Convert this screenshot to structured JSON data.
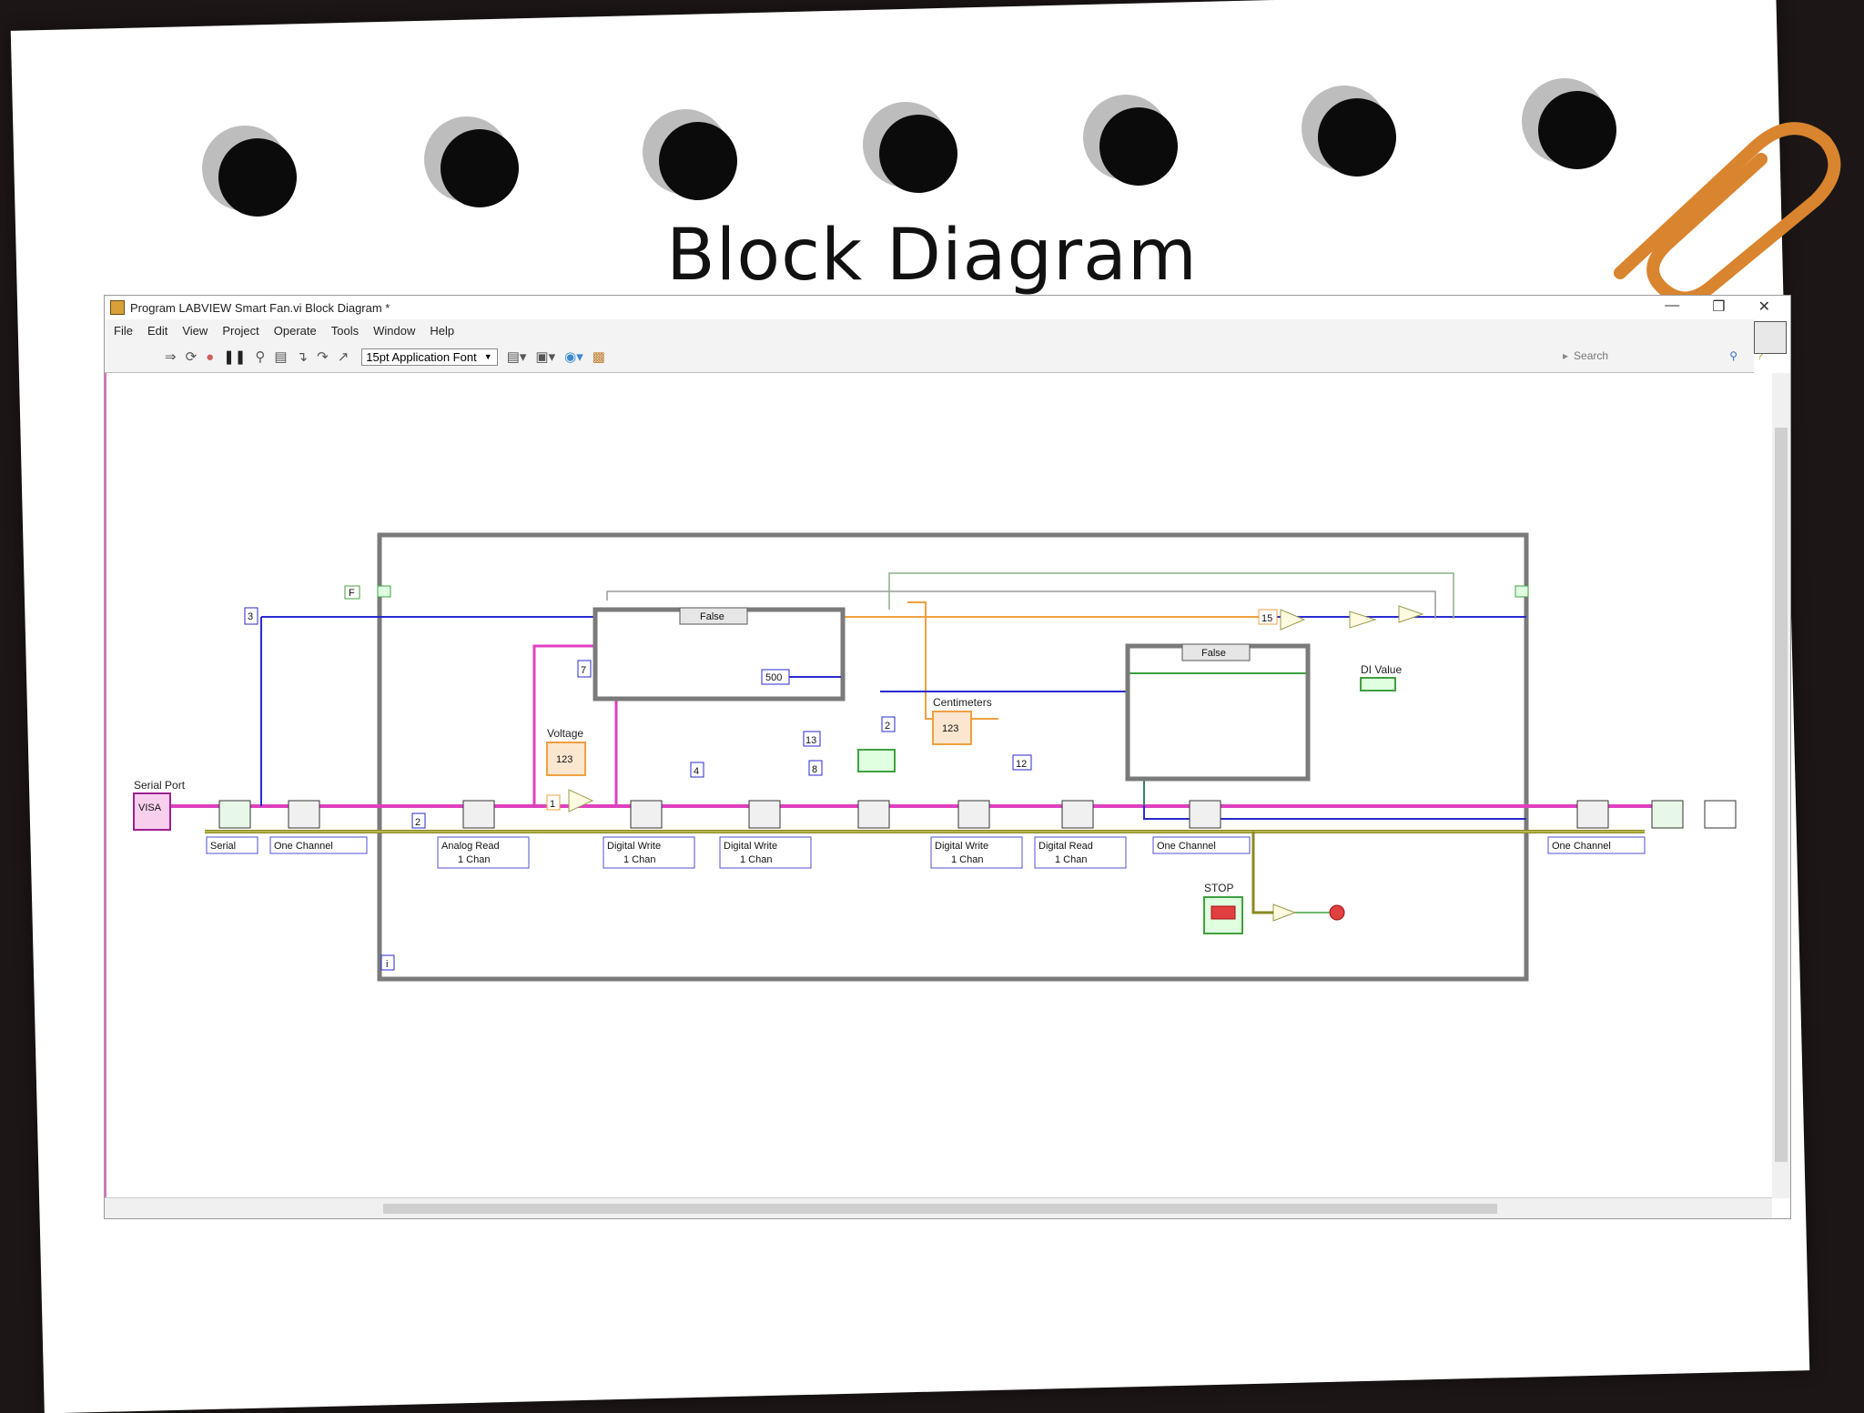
{
  "slide": {
    "title": "Block Diagram"
  },
  "window": {
    "title": "Program LABVIEW Smart Fan.vi Block Diagram *",
    "menu": [
      "File",
      "Edit",
      "View",
      "Project",
      "Operate",
      "Tools",
      "Window",
      "Help"
    ],
    "font_selector": "15pt Application Font",
    "search_placeholder": "Search"
  },
  "diagram": {
    "serial_port_label": "Serial Port",
    "visa_label": "VISA",
    "voltage_label": "Voltage",
    "centimeters_label": "Centimeters",
    "di_value_label": "DI Value",
    "stop_label": "STOP",
    "case_a_selector": "False",
    "case_b_selector": "False",
    "constants": {
      "c3": "3",
      "cF": "F",
      "c2a": "2",
      "c1": "1",
      "c7": "7",
      "c500": "500",
      "c4": "4",
      "c13": "13",
      "c8": "8",
      "c2b": "2",
      "c12": "12",
      "c15": "15"
    },
    "dropdowns": {
      "serial": "Serial",
      "one_channel_1": "One Channel",
      "analog_read_1": "Analog Read",
      "analog_read_2": "1 Chan",
      "digital_write_a1": "Digital Write",
      "digital_write_a2": "1 Chan",
      "digital_write_b1": "Digital Write",
      "digital_write_b2": "1 Chan",
      "digital_write_c1": "Digital Write",
      "digital_write_c2": "1 Chan",
      "digital_read_1": "Digital Read",
      "digital_read_2": "1 Chan",
      "one_channel_2": "One Channel",
      "one_channel_3": "One Channel"
    },
    "indicator_text": "123",
    "loop_index": "i"
  },
  "colors": {
    "wire_pink": "#e040c0",
    "wire_blue": "#2a2ad0",
    "wire_olive": "#8a8a20",
    "wire_orange": "#f0a040",
    "wire_green": "#40a040",
    "frame_gray": "#7a7a7a"
  }
}
